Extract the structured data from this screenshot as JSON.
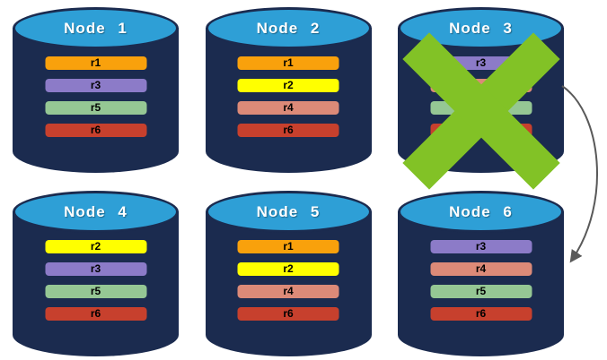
{
  "diagram": {
    "title": "replica-distribution-diagram",
    "colors": {
      "background": "#FFFFFF",
      "cylinder_body": "#1B2B4F",
      "cylinder_top": "#2E9FD6",
      "node_title_text": "#FFFFFF",
      "bar_text": "#000000",
      "failure_x": "#82C226",
      "arrow": "#595959"
    },
    "replica_colors": {
      "r1": "#F9A10C",
      "r2": "#FFFF00",
      "r3": "#8C7BC8",
      "r4": "#DC8A78",
      "r5": "#95C794",
      "r6": "#C7402D"
    },
    "nodes": [
      {
        "title": "Node 1",
        "failed": false,
        "replicas": [
          {
            "id": "r1",
            "label": "r1"
          },
          {
            "id": "r3",
            "label": "r3"
          },
          {
            "id": "r5",
            "label": "r5"
          },
          {
            "id": "r6",
            "label": "r6"
          }
        ]
      },
      {
        "title": "Node 2",
        "failed": false,
        "replicas": [
          {
            "id": "r1",
            "label": "r1"
          },
          {
            "id": "r2",
            "label": "r2"
          },
          {
            "id": "r4",
            "label": "r4"
          },
          {
            "id": "r6",
            "label": "r6"
          }
        ]
      },
      {
        "title": "Node 3",
        "failed": true,
        "replicas": [
          {
            "id": "r3",
            "label": "r3"
          },
          {
            "id": "r4",
            "label": ""
          },
          {
            "id": "r5",
            "label": ""
          },
          {
            "id": "r6",
            "label": ""
          }
        ]
      },
      {
        "title": "Node 4",
        "failed": false,
        "replicas": [
          {
            "id": "r2",
            "label": "r2"
          },
          {
            "id": "r3",
            "label": "r3"
          },
          {
            "id": "r5",
            "label": "r5"
          },
          {
            "id": "r6",
            "label": "r6"
          }
        ]
      },
      {
        "title": "Node 5",
        "failed": false,
        "replicas": [
          {
            "id": "r1",
            "label": "r1"
          },
          {
            "id": "r2",
            "label": "r2"
          },
          {
            "id": "r4",
            "label": "r4"
          },
          {
            "id": "r6",
            "label": "r6"
          }
        ]
      },
      {
        "title": "Node 6",
        "failed": false,
        "replicas": [
          {
            "id": "r3",
            "label": "r3"
          },
          {
            "id": "r4",
            "label": "r4"
          },
          {
            "id": "r5",
            "label": "r5"
          },
          {
            "id": "r6",
            "label": "r6"
          }
        ]
      }
    ],
    "arrow": {
      "from": "Node 3",
      "to": "Node 6"
    }
  }
}
